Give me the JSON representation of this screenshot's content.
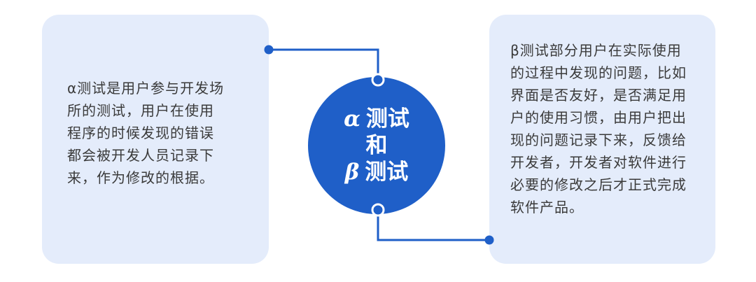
{
  "colors": {
    "accent": "#1f5fc8",
    "card_bg": "#e4ecfb",
    "text": "#3a3a3a",
    "white": "#ffffff"
  },
  "center": {
    "alpha_symbol": "α",
    "alpha_label": "测试",
    "conjunction": "和",
    "beta_symbol": "β",
    "beta_label": "测试"
  },
  "left_card": {
    "text": "α测试是用户参与开发场\n所的测试，用户在使用\n程序的时候发现的错误\n都会被开发人员记录下\n来，作为修改的根据。"
  },
  "right_card": {
    "text": "β测试部分用户在实际使用\n的过程中发现的问题，比如\n界面是否友好，是否满足用\n户的使用习惯，由用户把出\n现的问题记录下来，反馈给\n开发者，开发者对软件进行\n必要的修改之后才正式完成\n软件产品。"
  }
}
